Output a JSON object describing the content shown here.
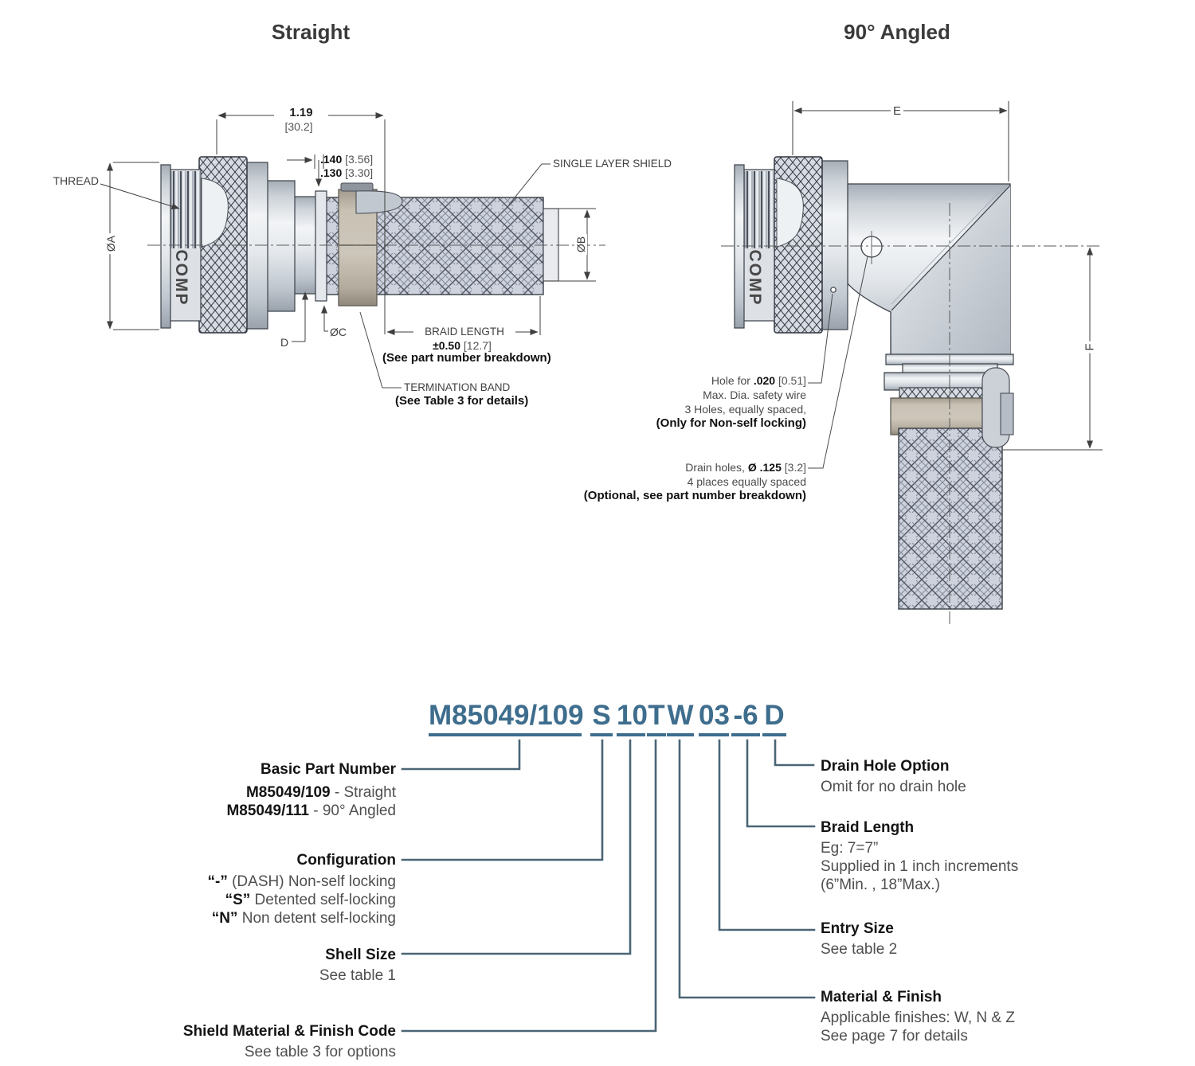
{
  "page": {
    "straight_title": "Straight",
    "angled_title": "90° Angled"
  },
  "colors": {
    "part_number_blue": "#3e6d8d",
    "callout_line": "#4a6575",
    "termination_band_tan": "#c3bcb1"
  },
  "straight": {
    "thread": "THREAD",
    "dia_a": "ØA",
    "dia_b": "ØB",
    "dia_c": "ØC",
    "d_label": "D",
    "len_in": "1.19",
    "len_mm": "[30.2]",
    "w1_in": ".140",
    "w1_mm": "[3.56]",
    "w2_in": ".130",
    "w2_mm": "[3.30]",
    "shield": "SINGLE LAYER SHIELD",
    "braid_len": "BRAID LENGTH",
    "braid_tol": "±0.50",
    "braid_tol_mm": "[12.7]",
    "braid_note": "(See part number breakdown)",
    "band1": "TERMINATION BAND",
    "band2": "(See Table 3 for details)",
    "comp": "COMP"
  },
  "angled": {
    "e": "E",
    "f": "F",
    "comp": "COMP",
    "hole1a": "Hole for ",
    "hole1b": ".020",
    "hole1c": " [0.51]",
    "hole2": "Max. Dia. safety wire",
    "hole3": "3 Holes, equally spaced,",
    "hole4": "(Only for Non-self locking)",
    "drain1a": "Drain holes, ",
    "drain1b": "Ø .125",
    "drain1c": " [3.2]",
    "drain2": "4 places equally spaced",
    "drain3": "(Optional, see part number breakdown)"
  },
  "breakdown": {
    "segments": [
      "M85049/109",
      "S",
      "10",
      "T",
      "W",
      "03",
      "-6",
      "D"
    ],
    "basic": {
      "title": "Basic Part Number",
      "l1b": "M85049/109",
      "l1r": " - Straight",
      "l2b": "M85049/111",
      "l2r": " - 90° Angled"
    },
    "config": {
      "title": "Configuration",
      "l1b": "“-”",
      "l1r": " (DASH) Non-self locking",
      "l2b": "“S”",
      "l2r": " Detented self-locking",
      "l3b": "“N”",
      "l3r": " Non detent self-locking"
    },
    "shell": {
      "title": "Shell Size",
      "sub": "See table 1"
    },
    "shield": {
      "title": "Shield Material & Finish Code",
      "sub": "See table 3 for options"
    },
    "drain": {
      "title": "Drain Hole Option",
      "sub": "Omit for no drain hole"
    },
    "braid": {
      "title": "Braid Length",
      "l1": "Eg: 7=7”",
      "l2": "Supplied in 1 inch increments",
      "l3": "(6”Min. , 18”Max.)"
    },
    "entry": {
      "title": "Entry Size",
      "sub": "See table 2"
    },
    "material": {
      "title": "Material & Finish",
      "l1": "Applicable finishes: W, N & Z",
      "l2": "See page 7 for details"
    }
  }
}
